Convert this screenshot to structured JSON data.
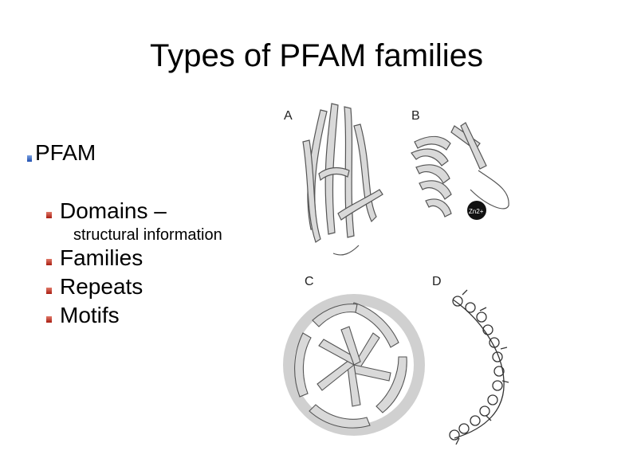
{
  "slide": {
    "title": "Types of PFAM families",
    "bullet_main": "PFAM",
    "sub_bullets": [
      {
        "label": "Domains –"
      },
      {
        "label": "Families"
      },
      {
        "label": "Repeats"
      },
      {
        "label": "Motifs"
      }
    ],
    "domain_note": "structural information"
  },
  "figure": {
    "panels": [
      "A",
      "B",
      "C",
      "D"
    ],
    "ion_label": "Zn2+"
  },
  "colors": {
    "bullet_blue": "#1f4fb0",
    "bullet_red": "#a81c10",
    "ribbon_fill": "#d9d9d9",
    "ribbon_stroke": "#555555"
  }
}
